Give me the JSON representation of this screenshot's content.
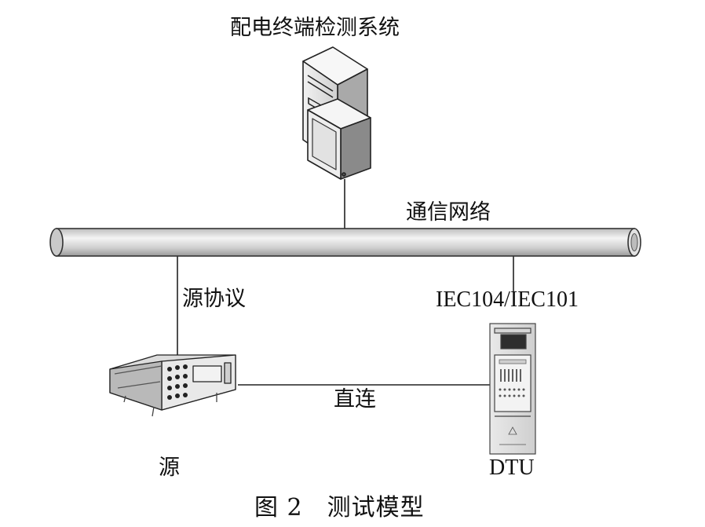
{
  "diagram": {
    "system_label": "配电终端检测系统",
    "network_label": "通信网络",
    "source_protocol_label": "源协议",
    "dtu_protocol_label": "IEC104/IEC101",
    "direct_link_label": "直连",
    "source_label": "源",
    "dtu_label": "DTU",
    "caption": "图 2　测试模型"
  },
  "icons": {
    "server": "server-computer-icon",
    "source": "test-source-instrument-icon",
    "dtu": "dtu-cabinet-icon"
  },
  "colors": {
    "line": "#222222",
    "pipe_fill": "#d2d2d2",
    "pipe_highlight": "#f4f4f4"
  }
}
